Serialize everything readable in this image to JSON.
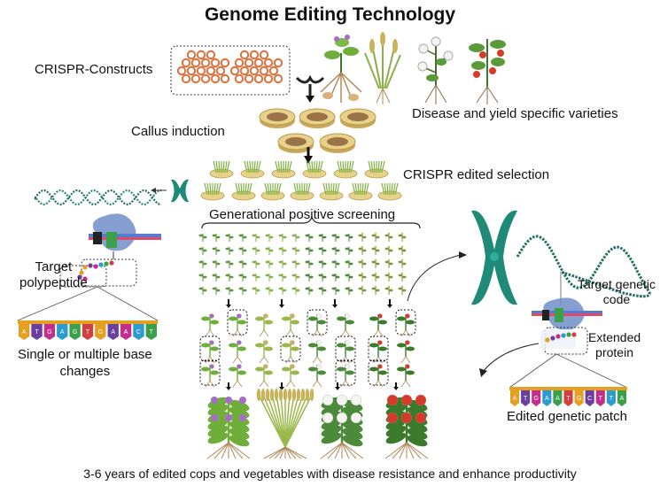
{
  "title": "Genome Editing Technology",
  "labels": {
    "crispr_constructs": "CRISPR-Constructs",
    "callus_induction": "Callus induction",
    "disease_yield": "Disease and yield specific varieties",
    "crispr_selection": "CRISPR edited selection",
    "generational_screening": "Generational positive screening",
    "target_polypeptide_line1": "Target",
    "target_polypeptide_line2": "polypeptide",
    "base_changes_line1": "Single or multiple base",
    "base_changes_line2": "changes",
    "target_code_line1": "Target genetic",
    "target_code_line2": "code",
    "extended_protein_line1": "Extended",
    "extended_protein_line2": "protein",
    "edited_patch": "Edited genetic patch",
    "footer": "3-6 years of edited cops and vegetables with disease resistance and enhance productivity"
  },
  "left_sequence": [
    "A",
    "T",
    "G",
    "A",
    "G",
    "T",
    "G",
    "A",
    "A",
    "C",
    "T"
  ],
  "right_sequence": [
    "A",
    "T",
    "G",
    "A",
    "A",
    "T",
    "G",
    "C",
    "T",
    "T",
    "A"
  ],
  "colors": {
    "ring": "#e0703a",
    "dish": "#e8d28a",
    "callus": "#9b7348",
    "chromosome": "#1f8a78",
    "dna": "#2a8a78",
    "tag_colors": [
      "#e6a020",
      "#6a3fa0",
      "#c0308a",
      "#2c9bd0",
      "#3aa04a",
      "#d04040"
    ]
  }
}
